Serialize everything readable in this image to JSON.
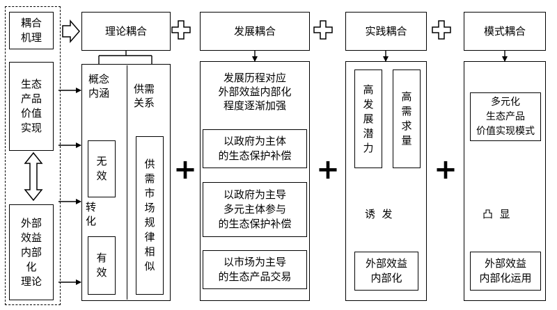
{
  "left_column": {
    "mechanism": "耦合\n机理",
    "eco_product": "生态\n产品\n价值\n实现",
    "externality": "外部\n效益\n内部\n化\n理论"
  },
  "headers": {
    "theory": "理论耦合",
    "development": "发展耦合",
    "practice": "实践耦合",
    "mode": "模式耦合"
  },
  "theory": {
    "concept": "概念内涵",
    "supply_demand": "供需关系",
    "invalid": "无效",
    "transform": "转\n化",
    "valid": "有效",
    "market_law": "供需市场规律相似"
  },
  "development": {
    "intro": "发展历程对应\n外部效益内部化\n程度逐渐加强",
    "stage1": "以政府为主体\n的生态保护补偿",
    "stage2": "以政府为主导\n多元主体参与\n的生态保护补偿",
    "stage3": "以市场为主导\n的生态产品交易"
  },
  "practice": {
    "potential": "高发展潜力",
    "demand": "高需求量",
    "induce": "诱  发",
    "result": "外部效益\n内部化"
  },
  "mode": {
    "multi": "多元化\n生态产品\n价值实现模式",
    "emerge": "凸  显",
    "result": "外部效益\n内部化运用"
  },
  "symbols": {
    "plus": "+"
  }
}
